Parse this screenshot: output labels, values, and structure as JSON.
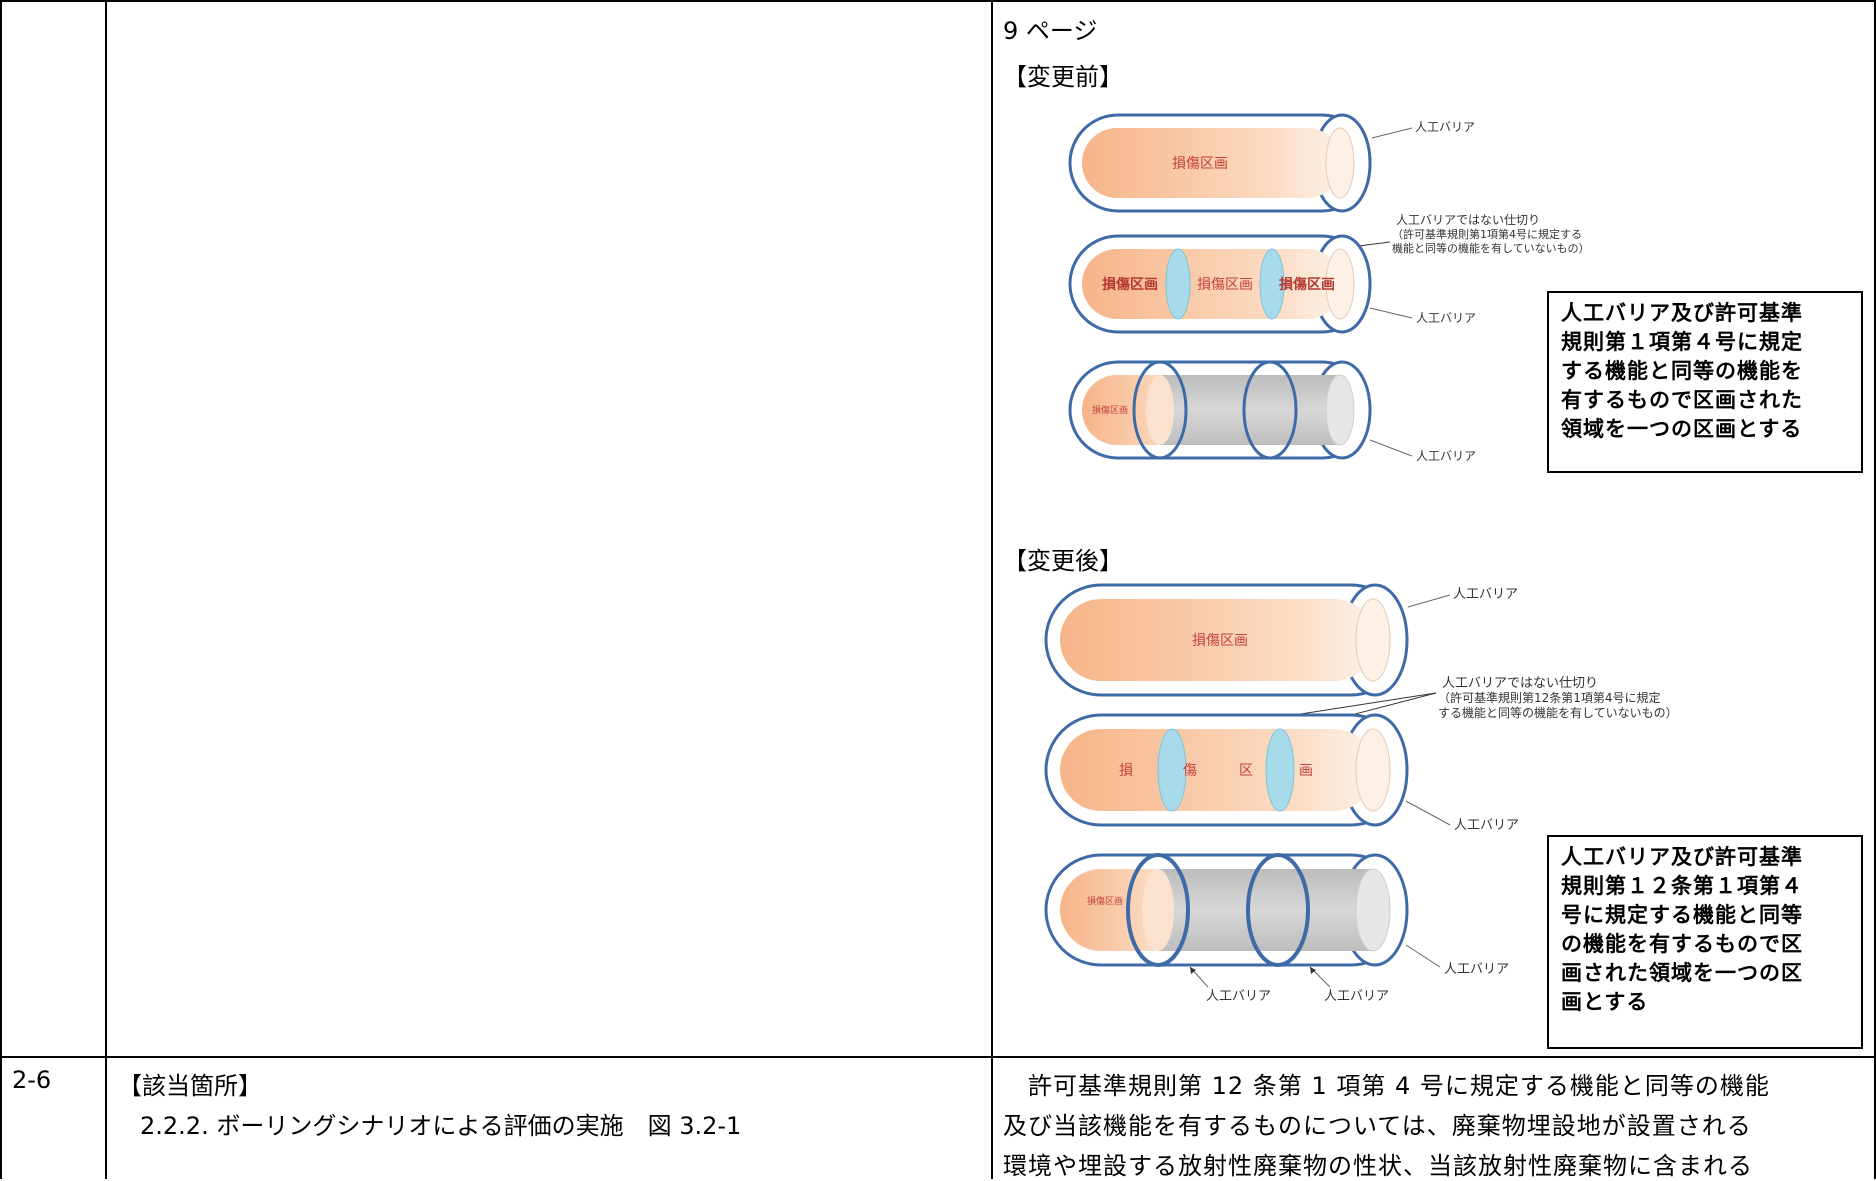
{
  "table": {
    "row_prev": {
      "page_label": "9 ページ",
      "before_heading": "【変更前】",
      "after_heading": "【変更後】"
    },
    "row_26": {
      "number": "2-6",
      "location_heading": "【該当箇所】",
      "location_detail": "2.2.2. ボーリングシナリオによる評価の実施　図 3.2-1",
      "body_lines": [
        "　許可基準規則第 12 条第 1 項第 4 号に規定する機能と同等の機能",
        "及び当該機能を有するものについては、廃棄物埋設地が設置される",
        "環境や埋設する放射性廃棄物の性状、当該放射性廃棄物に含まれる"
      ]
    }
  },
  "diagram_before": {
    "barrier_label": "人工バリア",
    "zone_label": "損傷区画",
    "partition_label_lines": [
      "人工バリアではない仕切り",
      "（許可基準規則第1項第4号に規定する",
      "機能と同等の機能を有していないもの）"
    ],
    "note_lines": [
      "人工バリア及び許可基準",
      "規則第１項第４号に規定",
      "する機能と同等の機能を",
      "有するもので区画された",
      "領域を一つの区画とする"
    ]
  },
  "diagram_after": {
    "barrier_label": "人工バリア",
    "zone_label": "損傷区画",
    "zone_split_chars": [
      "損",
      "傷",
      "区",
      "画"
    ],
    "partition_label_lines": [
      "人工バリアではない仕切り",
      "（許可基準規則第12条第1項第4号に規定",
      "する機能と同等の機能を有していないもの）"
    ],
    "note_lines": [
      "人工バリア及び許可基準",
      "規則第１２条第１項第４",
      "号に規定する機能と同等",
      "の機能を有するもので区",
      "画された領域を一つの区",
      "画とする"
    ]
  },
  "colors": {
    "tube_outline": "#3e6aa8",
    "zone_fill": "#f8b88b",
    "zone_text": "#c2413a",
    "partition_fill": "#9fd6e6",
    "barrier_fill": "#c8c8c8"
  }
}
